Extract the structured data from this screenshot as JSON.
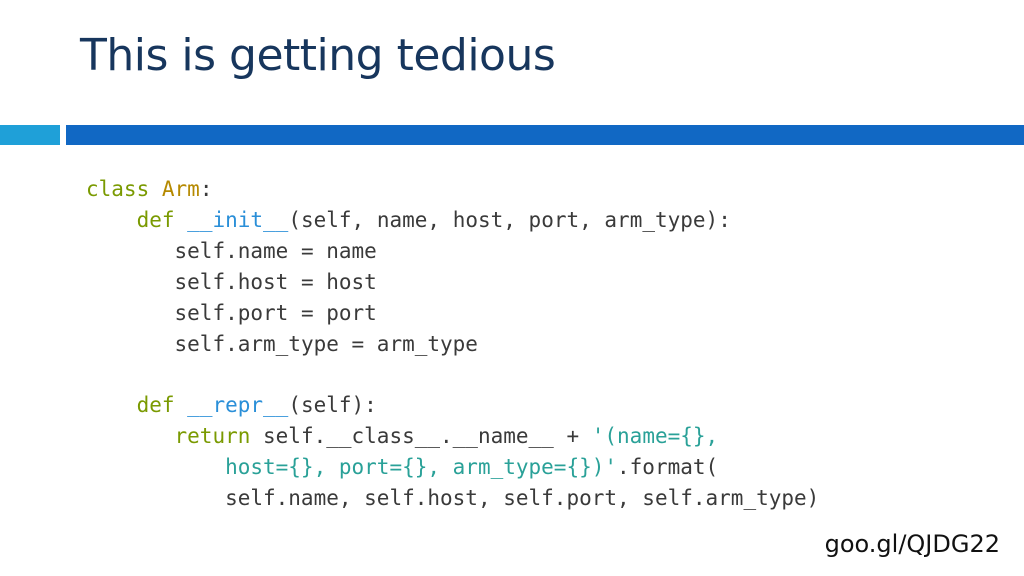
{
  "slide": {
    "title": "This is getting tedious",
    "footer_link": "goo.gl/QJDG22"
  },
  "colors": {
    "title": "#17365d",
    "bar_light": "#1fa0d8",
    "bar_dark": "#1168c4",
    "keyword": "#7a9a01",
    "class_name": "#b58900",
    "function_name": "#2a8fd8",
    "string": "#2aa198",
    "code_text": "#3a3a3a"
  },
  "code": {
    "l1": {
      "kw": "class",
      "name": "Arm",
      "rest": ":"
    },
    "l2": {
      "indent": "    ",
      "kw": "def",
      "name": "__init__",
      "rest": "(self, name, host, port, arm_type):"
    },
    "l3": {
      "indent": "       ",
      "text": "self.name = name"
    },
    "l4": {
      "indent": "       ",
      "text": "self.host = host"
    },
    "l5": {
      "indent": "       ",
      "text": "self.port = port"
    },
    "l6": {
      "indent": "       ",
      "text": "self.arm_type = arm_type"
    },
    "l7": {
      "indent": "    ",
      "kw": "def",
      "name": "__repr__",
      "rest": "(self):"
    },
    "l8": {
      "indent": "       ",
      "kw": "return",
      "rest": " self.__class__.__name__ + ",
      "str": "'(name={},"
    },
    "l9": {
      "indent": "           ",
      "str": "host={}, port={}, arm_type={})'",
      "rest": ".format("
    },
    "l10": {
      "indent": "           ",
      "text": "self.name, self.host, self.port, self.arm_type)"
    }
  }
}
